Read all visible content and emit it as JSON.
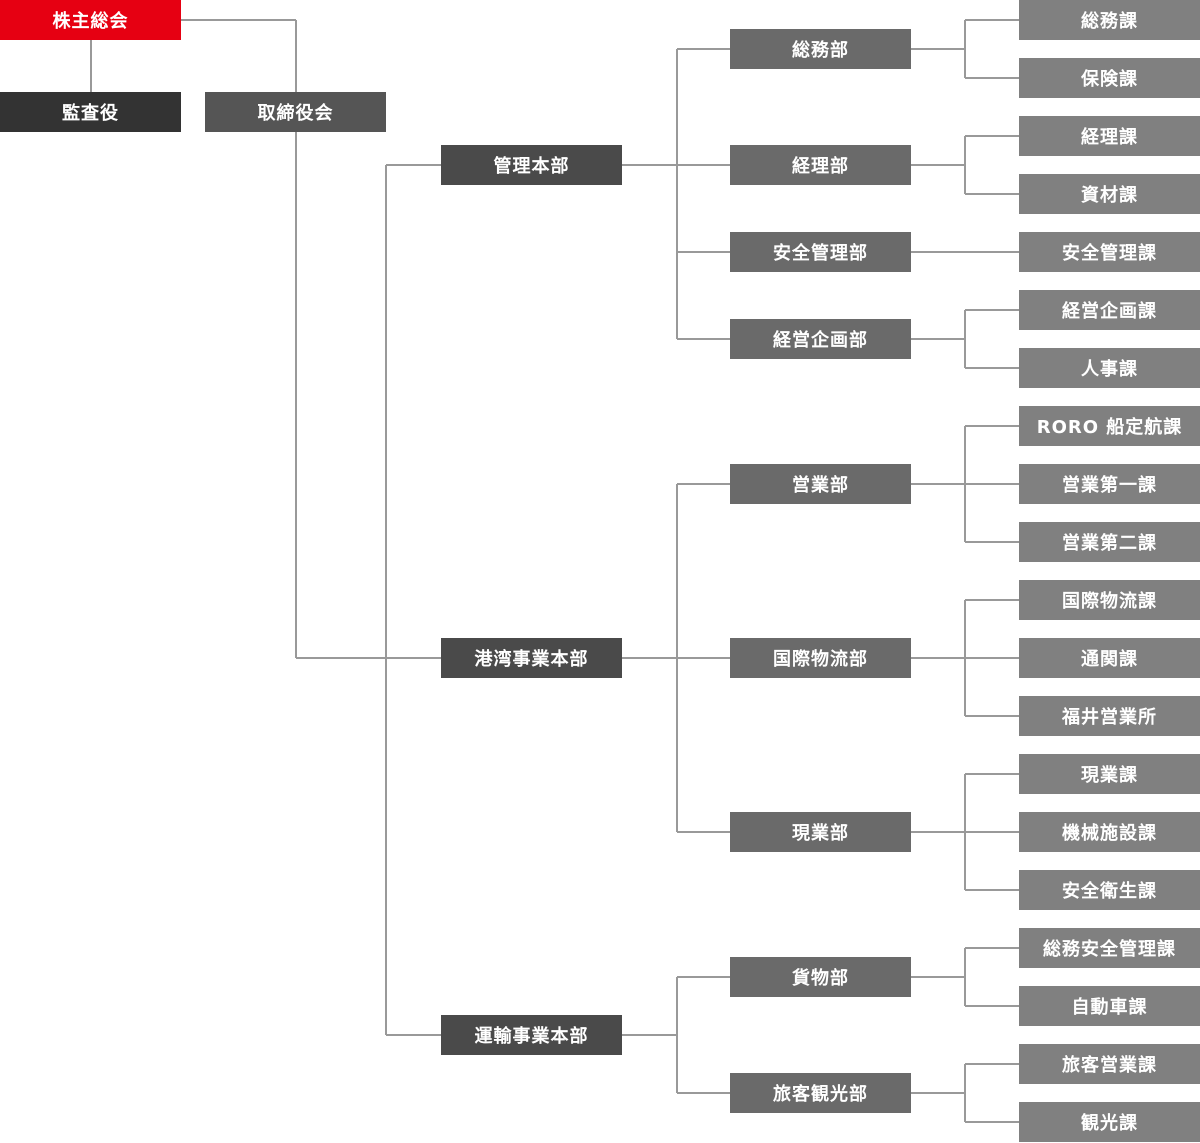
{
  "colors": {
    "accent": "#e60012",
    "top_dark": "#333333",
    "level1": "#555555",
    "level2": "#4a4a4a",
    "level3": "#6a6a6a",
    "level4": "#808080",
    "line": "#999999"
  },
  "org": {
    "shareholders": "株主総会",
    "auditor": "監査役",
    "board": "取締役会",
    "divisions": [
      {
        "name": "管理本部",
        "departments": [
          {
            "name": "総務部",
            "sections": [
              "総務課",
              "保険課"
            ]
          },
          {
            "name": "経理部",
            "sections": [
              "経理課",
              "資材課"
            ]
          },
          {
            "name": "安全管理部",
            "sections": [
              "安全管理課"
            ]
          },
          {
            "name": "経営企画部",
            "sections": [
              "経営企画課",
              "人事課"
            ]
          }
        ]
      },
      {
        "name": "港湾事業本部",
        "departments": [
          {
            "name": "営業部",
            "sections": [
              "RORO 船定航課",
              "営業第一課",
              "営業第二課"
            ]
          },
          {
            "name": "国際物流部",
            "sections": [
              "国際物流課",
              "通関課",
              "福井営業所"
            ]
          },
          {
            "name": "現業部",
            "sections": [
              "現業課",
              "機械施設課",
              "安全衛生課"
            ]
          }
        ]
      },
      {
        "name": "運輸事業本部",
        "departments": [
          {
            "name": "貨物部",
            "sections": [
              "総務安全管理課",
              "自動車課"
            ]
          },
          {
            "name": "旅客観光部",
            "sections": [
              "旅客営業課",
              "観光課"
            ]
          }
        ]
      }
    ]
  }
}
